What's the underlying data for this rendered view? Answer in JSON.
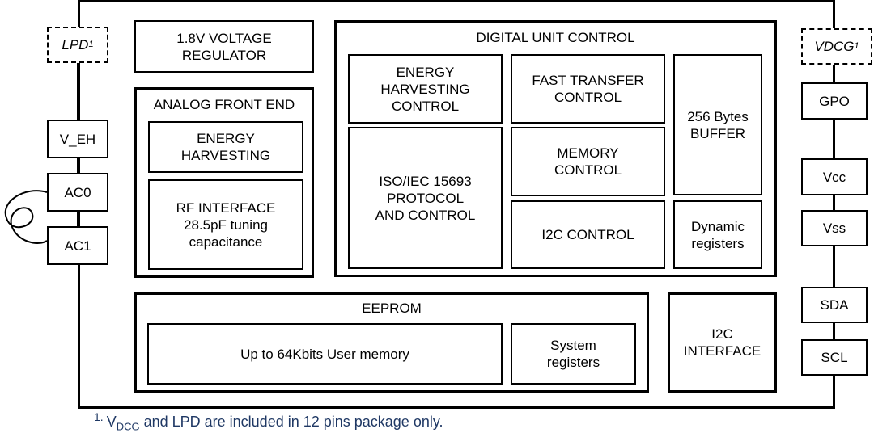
{
  "pins_left": {
    "lpd": {
      "name": "LPD",
      "sup": "1"
    },
    "v_eh": "V_EH",
    "ac0": "AC0",
    "ac1": "AC1"
  },
  "pins_right": {
    "vdcg": {
      "name": "VDCG",
      "sup": "1"
    },
    "gpo": "GPO",
    "vcc": "Vcc",
    "vss": "Vss",
    "sda": "SDA",
    "scl": "SCL"
  },
  "blocks": {
    "voltage_regulator": {
      "line1": "1.8V VOLTAGE",
      "line2": "REGULATOR"
    },
    "analog_front_end": {
      "title": "ANALOG FRONT END",
      "energy_harvesting": {
        "line1": "ENERGY",
        "line2": "HARVESTING"
      },
      "rf_interface": {
        "line1": "RF INTERFACE",
        "line2": "28.5pF tuning",
        "line3": "capacitance"
      }
    },
    "digital_unit_control": {
      "title": "DIGITAL UNIT CONTROL",
      "eh_control": {
        "line1": "ENERGY",
        "line2": "HARVESTING",
        "line3": "CONTROL"
      },
      "fast_transfer": {
        "line1": "FAST TRANSFER",
        "line2": "CONTROL"
      },
      "buffer": {
        "line1": "256 Bytes",
        "line2": "BUFFER"
      },
      "iso_protocol": {
        "line1": "ISO/IEC 15693",
        "line2": "PROTOCOL",
        "line3": "AND CONTROL"
      },
      "memory_control": {
        "line1": "MEMORY",
        "line2": "CONTROL"
      },
      "i2c_control": "I2C CONTROL",
      "dynamic_registers": {
        "line1": "Dynamic",
        "line2": "registers"
      }
    },
    "eeprom": {
      "title": "EEPROM",
      "user_memory": "Up to 64Kbits User memory",
      "system_registers": {
        "line1": "System",
        "line2": "registers"
      }
    },
    "i2c_interface": {
      "line1": "I2C",
      "line2": "INTERFACE"
    }
  },
  "footnote": {
    "number": "1.",
    "v": "V",
    "sub": "DCG",
    "text": " and LPD are included in 12 pins package only."
  }
}
